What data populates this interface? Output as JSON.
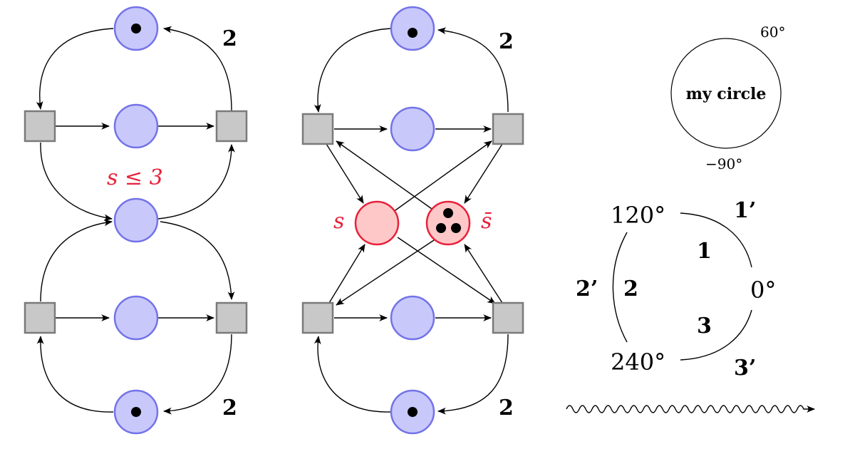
{
  "left_net": {
    "weight_top": "2",
    "weight_bottom": "2",
    "condition": "s ≤ 3"
  },
  "middle_net": {
    "weight_top": "2",
    "weight_bottom": "2",
    "place_s": "s",
    "place_sbar": "s̄",
    "sbar_tokens": 3
  },
  "circle_demo": {
    "label": "my circle",
    "angle_top": "60°",
    "angle_bottom": "−90°"
  },
  "arc_demo": {
    "angle_120": "120°",
    "angle_0": "0°",
    "angle_240": "240°",
    "inner_1": "1",
    "inner_2": "2",
    "inner_3": "3",
    "outer_1": "1’",
    "outer_2": "2’",
    "outer_3": "3’"
  },
  "colors": {
    "place_fill": "#c8c8fb",
    "place_stroke": "#7373e8",
    "red_fill": "#ffc8c8",
    "red_stroke": "#e8203a",
    "transition_fill": "#c8c8c8",
    "transition_stroke": "#7a7a7a"
  }
}
